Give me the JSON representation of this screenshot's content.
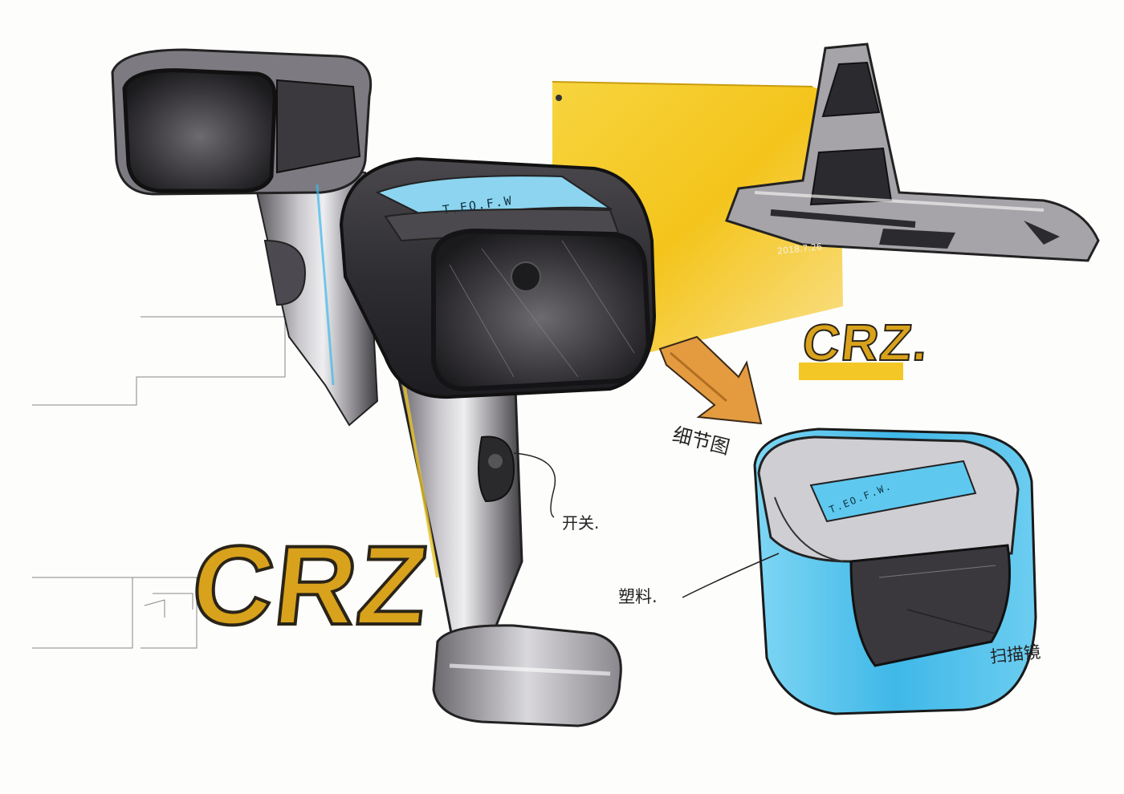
{
  "brand": {
    "large_mark": "CRZ",
    "small_mark": "CRZ."
  },
  "product_stamp": {
    "main_unit": "T.EO.F.W",
    "detail_unit": "T.EO.F.W."
  },
  "annotations": {
    "detail_view": "细节图",
    "switch": "开关.",
    "plastic": "塑料.",
    "scanner_lens": "扫描镜"
  },
  "date": "2018.7.26",
  "colors": {
    "accent_yellow": "#f2c318",
    "accent_blue": "#4fc3ec",
    "arrow_orange": "#e59a3c",
    "body_gray": "#9d9a9f",
    "lens_dark": "#2b2a2e"
  },
  "icons": [
    "barcode-scanner-front",
    "barcode-scanner-side",
    "scanner-base-stand",
    "scanner-head-detail",
    "arrow-icon"
  ]
}
